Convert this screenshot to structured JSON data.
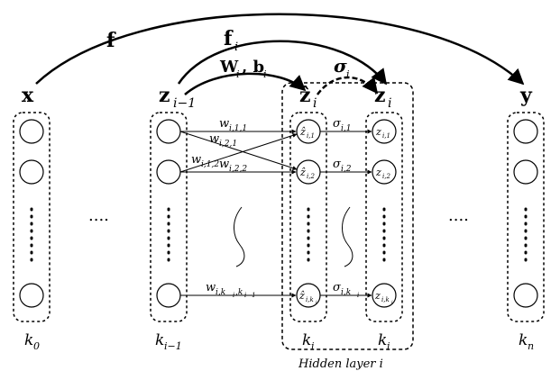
{
  "top_labels": {
    "f": "f",
    "f_i": "f",
    "f_i_sub": "i",
    "W_b": "W",
    "W_b_sub": "i",
    "W_b_rest": ", b",
    "W_b_rest_sub": "i",
    "sigma": "σ",
    "sigma_sub": "i"
  },
  "layer_heads": {
    "x": "x",
    "z_prev": "z",
    "z_prev_sub": "i−1",
    "zhat": "ẑ",
    "zhat_sub": "i",
    "z": "z",
    "z_sub": "i",
    "y": "y"
  },
  "weights": {
    "w11": "w",
    "w11_sub": "i,1,1",
    "w21": "w",
    "w21_sub": "i,2,1",
    "w12": "w",
    "w12_sub": "i,1,2",
    "w22": "w",
    "w22_sub": "i,2,2",
    "wk": "w",
    "wk_sub": "i,k",
    "wk_sub2": "i",
    "wk_sub3": ",k",
    "wk_sub4": "i−1"
  },
  "sigmas": {
    "s1": "σ",
    "s1_sub": "i,1",
    "s2": "σ",
    "s2_sub": "i,2",
    "sk": "σ",
    "sk_sub": "i,k",
    "sk_sub2": "i"
  },
  "node_labels": {
    "zhat1": "ẑ",
    "zhat1_sub": "i,1",
    "zhat2": "ẑ",
    "zhat2_sub": "i,2",
    "zhatk": "ẑ",
    "zhatk_sub": "i,k",
    "zhatk_sub2": "i",
    "z1": "z",
    "z1_sub": "i,1",
    "z2": "z",
    "z2_sub": "i,2",
    "zk": "z",
    "zk_sub": "i,k",
    "zk_sub2": "i"
  },
  "ellipsis": {
    "left": "....",
    "right": "...."
  },
  "bottom_labels": {
    "k0": "k",
    "k0_sub": "0",
    "kprev": "k",
    "kprev_sub": "i−1",
    "ki_a": "k",
    "ki_a_sub": "i",
    "ki_b": "k",
    "ki_b_sub": "i",
    "kn": "k",
    "kn_sub": "n"
  },
  "hidden_layer_caption": "Hidden layer i"
}
